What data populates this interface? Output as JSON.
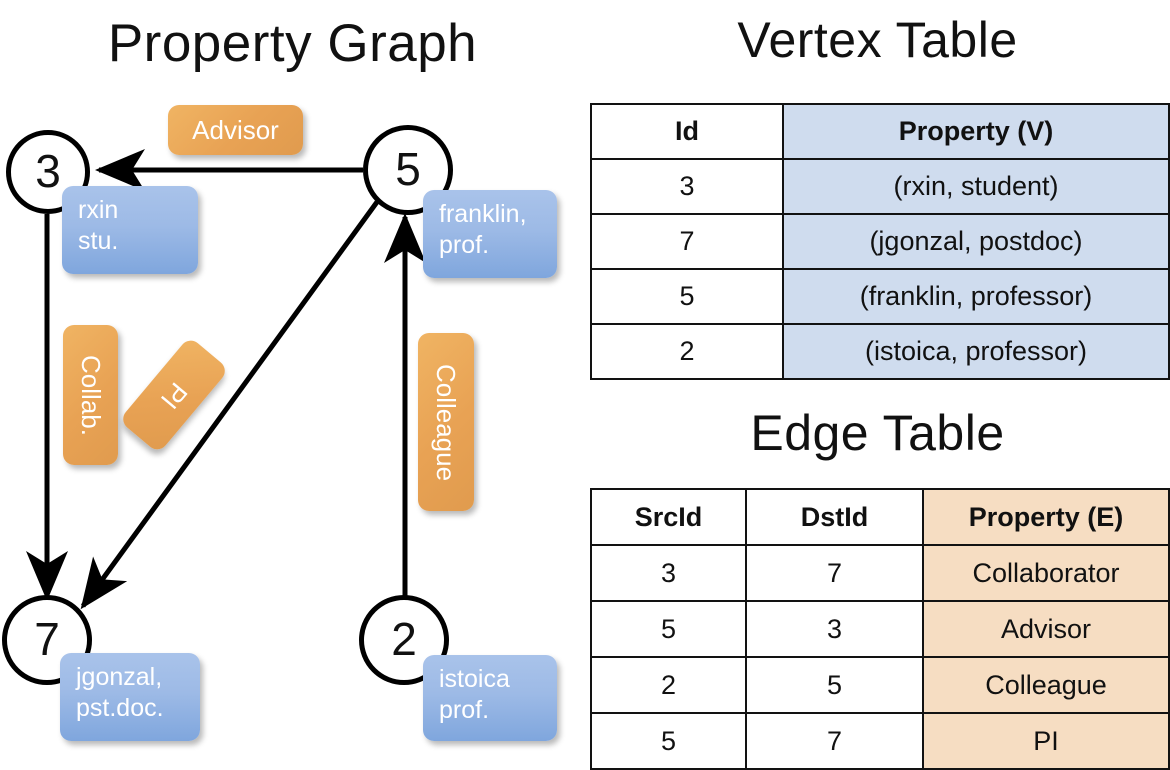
{
  "titles": {
    "property_graph": "Property Graph",
    "vertex_table": "Vertex Table",
    "edge_table": "Edge Table"
  },
  "colors": {
    "vertex_property_fill": "#cfdcee",
    "edge_property_fill": "#f6ddc2",
    "node_box_blue": "#9dbae6",
    "edge_label_orange": "#e8a254",
    "stroke": "#000000"
  },
  "graph": {
    "nodes": [
      {
        "id": "3",
        "property_line1": "rxin",
        "property_line2": "stu."
      },
      {
        "id": "5",
        "property_line1": "franklin,",
        "property_line2": "prof."
      },
      {
        "id": "7",
        "property_line1": "jgonzal,",
        "property_line2": "pst.doc."
      },
      {
        "id": "2",
        "property_line1": "istoica",
        "property_line2": "prof."
      }
    ],
    "edge_labels": [
      {
        "text": "Advisor",
        "orientation": "horizontal"
      },
      {
        "text": "Collab.",
        "orientation": "vertical"
      },
      {
        "text": "PI",
        "orientation": "tilted"
      },
      {
        "text": "Colleague",
        "orientation": "vertical"
      }
    ]
  },
  "vertex_table": {
    "headers": [
      "Id",
      "Property (V)"
    ],
    "rows": [
      {
        "id": "3",
        "property": "(rxin, student)"
      },
      {
        "id": "7",
        "property": "(jgonzal, postdoc)"
      },
      {
        "id": "5",
        "property": "(franklin, professor)"
      },
      {
        "id": "2",
        "property": "(istoica, professor)"
      }
    ]
  },
  "edge_table": {
    "headers": [
      "SrcId",
      "DstId",
      "Property (E)"
    ],
    "rows": [
      {
        "src": "3",
        "dst": "7",
        "property": "Collaborator"
      },
      {
        "src": "5",
        "dst": "3",
        "property": "Advisor"
      },
      {
        "src": "2",
        "dst": "5",
        "property": "Colleague"
      },
      {
        "src": "5",
        "dst": "7",
        "property": "PI"
      }
    ]
  }
}
